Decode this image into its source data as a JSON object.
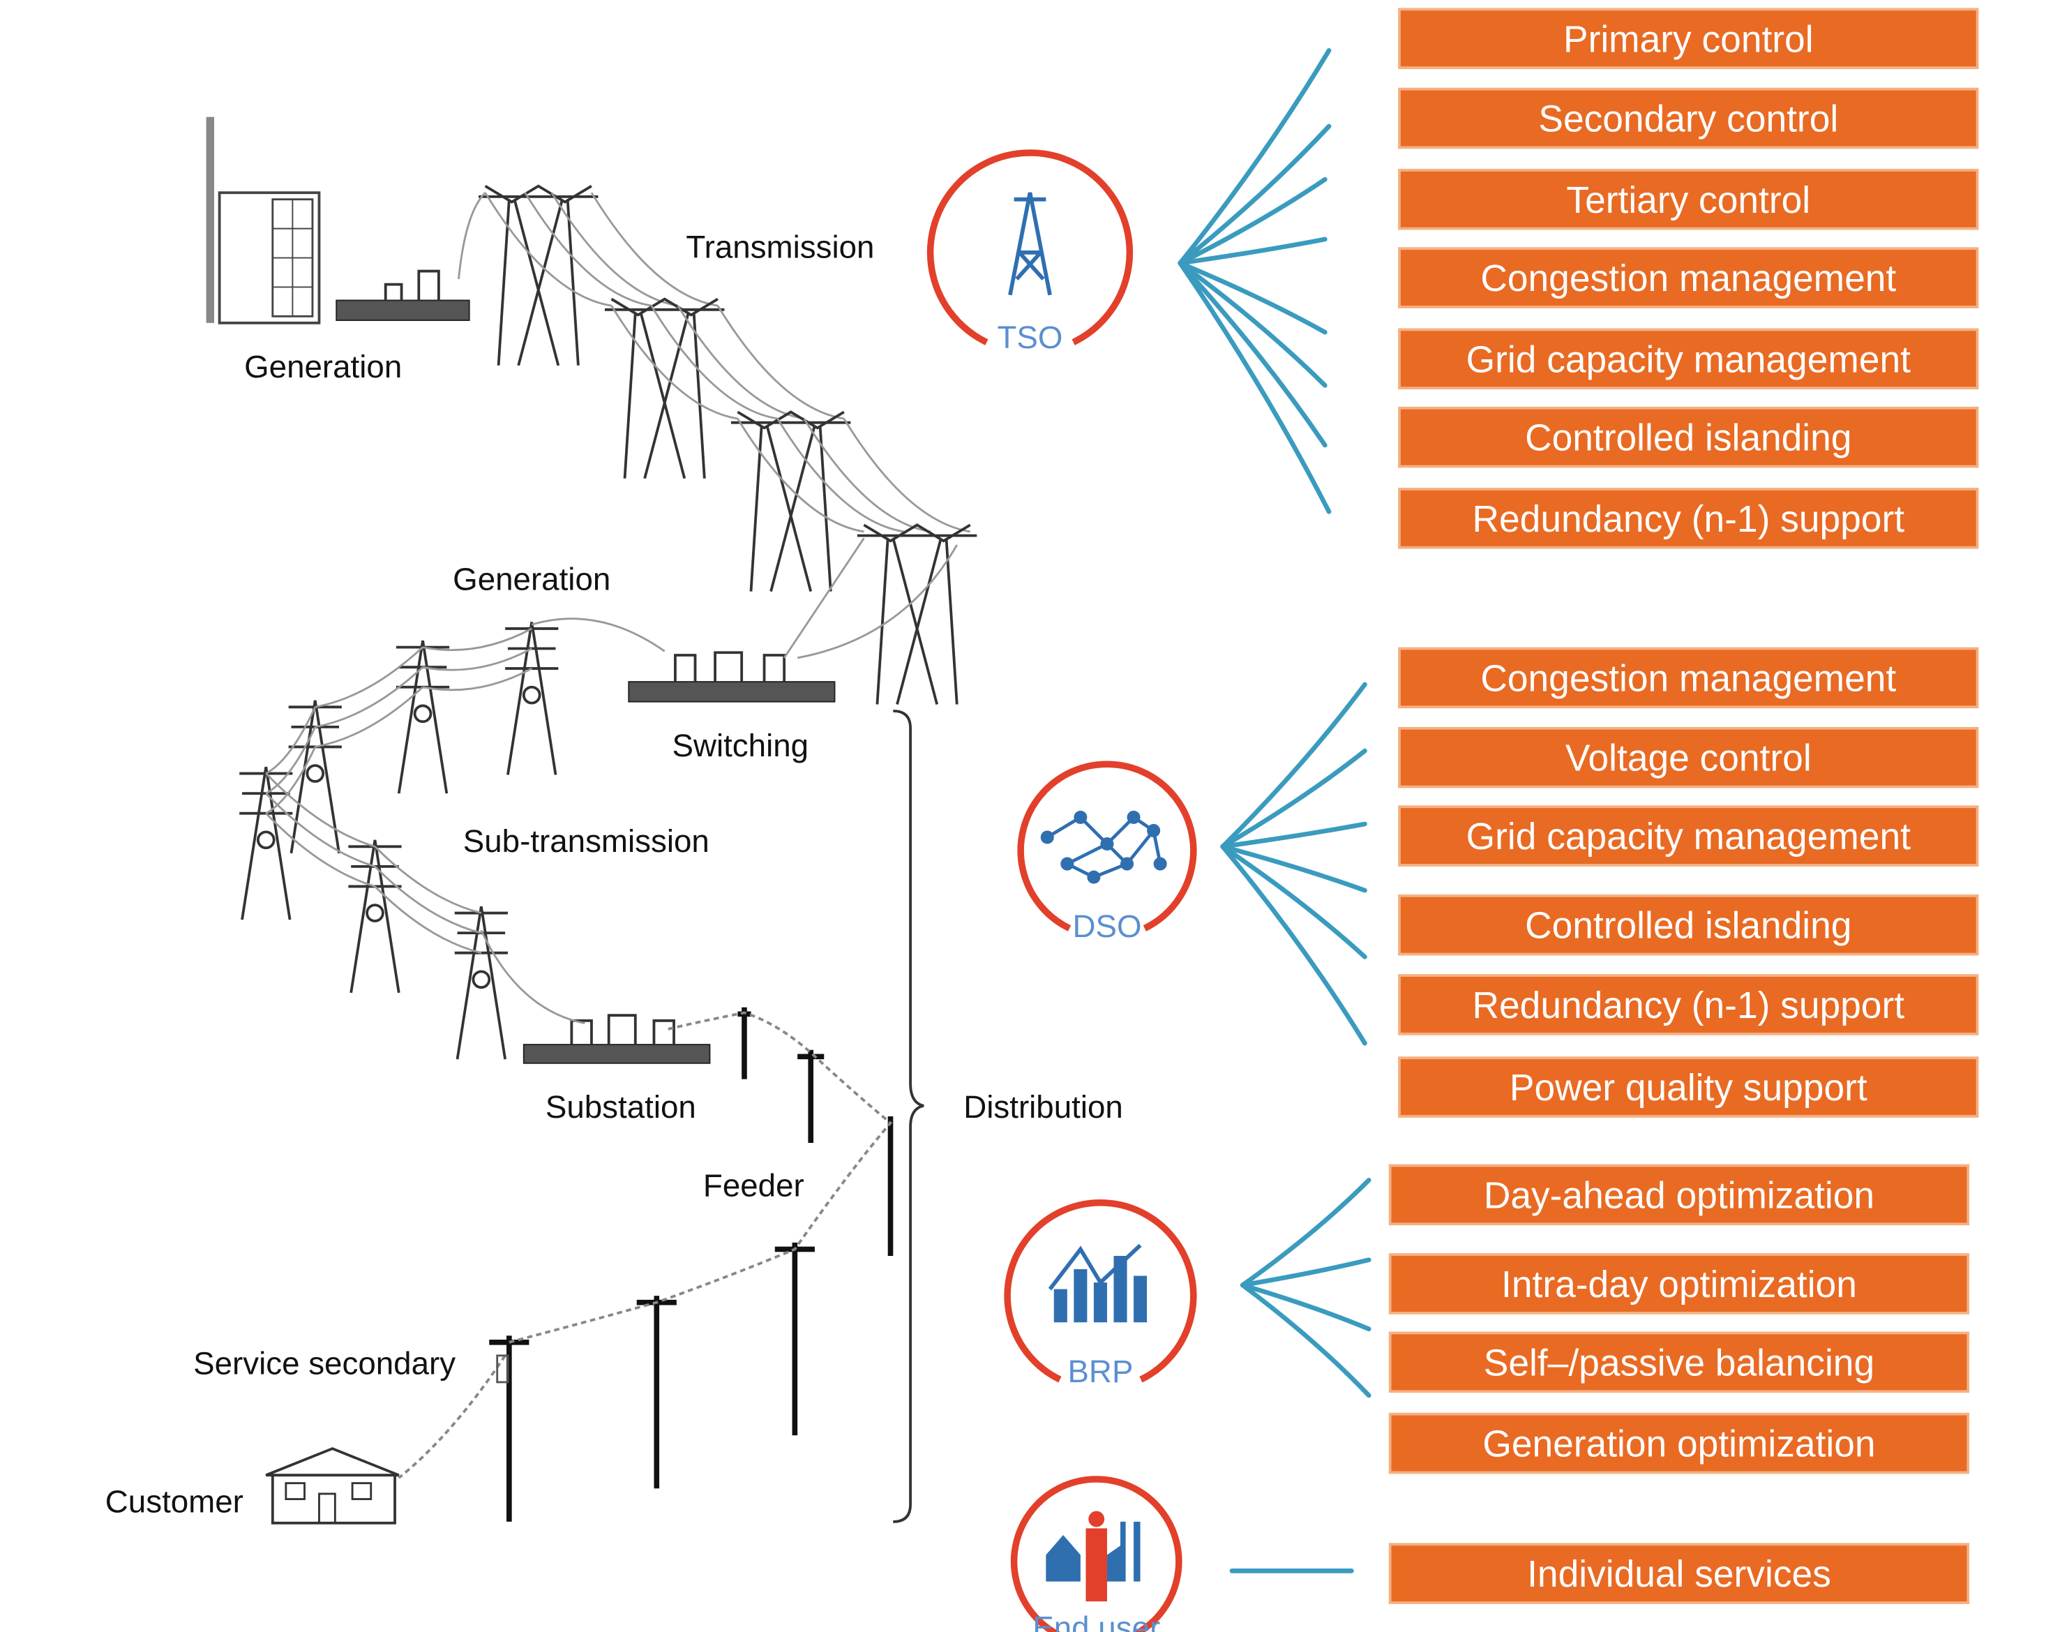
{
  "colors": {
    "box": "#e96a23",
    "fan": "#3a9bbf",
    "ring": "#e2402b",
    "role_text": "#5b8fd0"
  },
  "grid_labels": {
    "transmission": "Transmission",
    "generation_top": "Generation",
    "generation_mid": "Generation",
    "switching": "Switching",
    "sub_transmission": "Sub-transmission",
    "substation": "Substation",
    "distribution": "Distribution",
    "feeder": "Feeder",
    "service_secondary": "Service secondary",
    "customer": "Customer"
  },
  "roles": [
    {
      "label": "TSO",
      "icon": "transmission-tower-icon",
      "services": [
        "Primary control",
        "Secondary control",
        "Tertiary control",
        "Congestion management",
        "Grid capacity management",
        "Controlled islanding",
        "Redundancy (n-1) support"
      ]
    },
    {
      "label": "DSO",
      "icon": "network-icon",
      "services": [
        "Congestion management",
        "Voltage control",
        "Grid capacity management",
        "Controlled islanding",
        "Redundancy (n-1) support",
        "Power quality support"
      ]
    },
    {
      "label": "BRP",
      "icon": "bar-chart-icon",
      "services": [
        "Day-ahead optimization",
        "Intra-day optimization",
        "Self–/passive balancing",
        "Generation optimization"
      ]
    },
    {
      "label": "End user",
      "icon": "end-user-icon",
      "services": [
        "Individual services"
      ]
    }
  ]
}
